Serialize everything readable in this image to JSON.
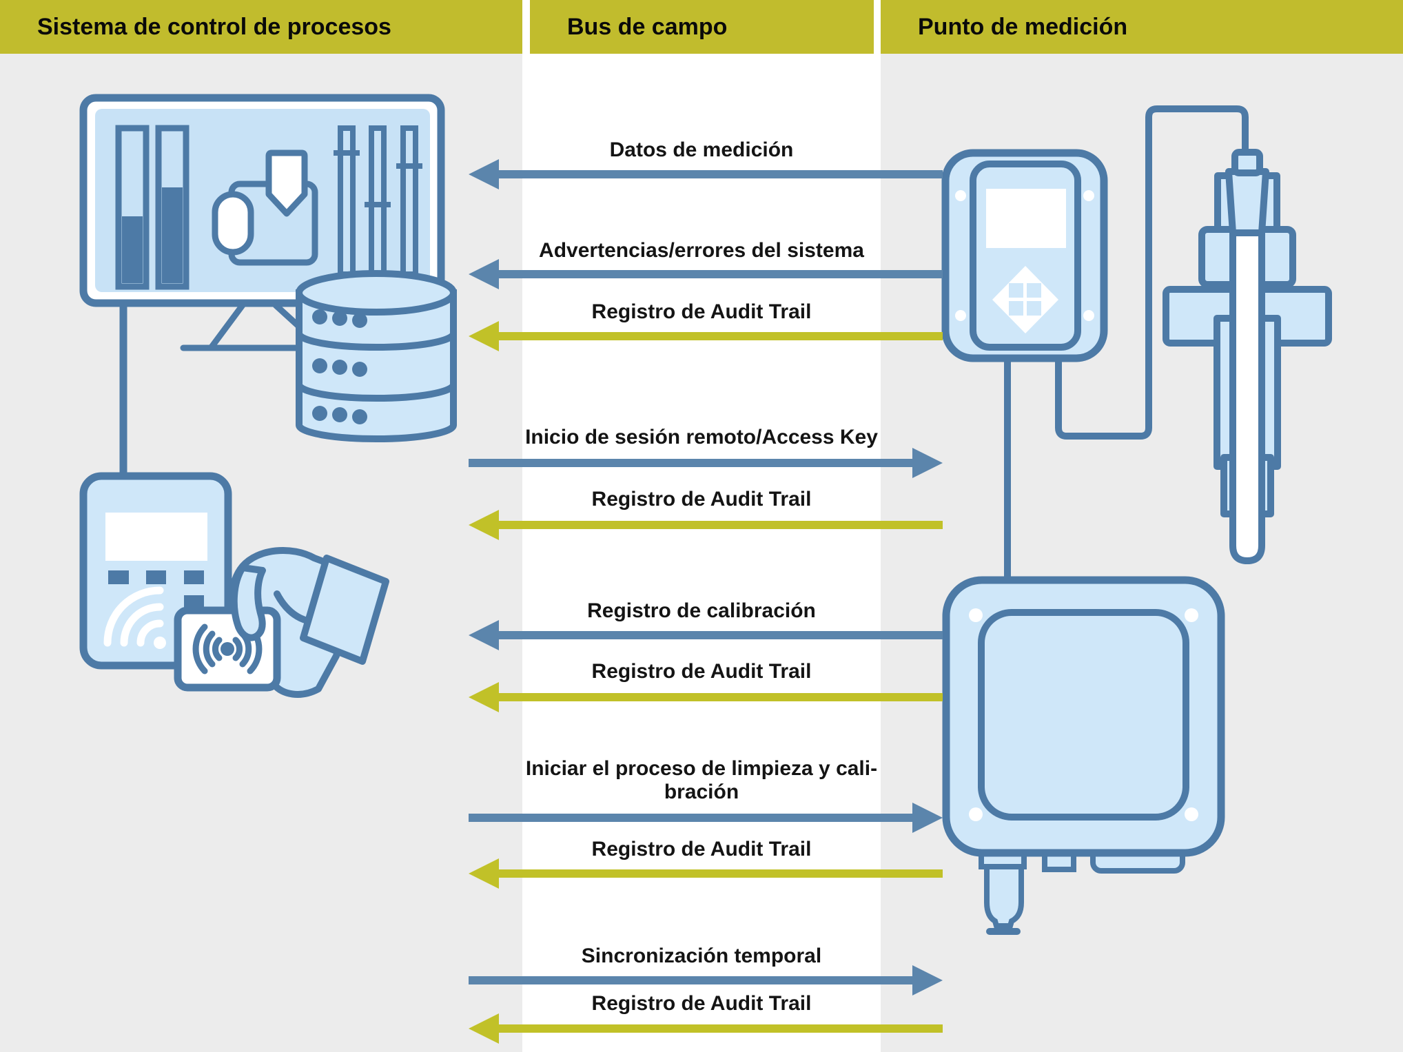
{
  "header": {
    "columns": [
      "Sistema de control de procesos",
      "Bus de campo",
      "Punto de medición"
    ]
  },
  "messages": [
    {
      "label": "Datos de medición",
      "direction": "left",
      "arrow_color": "blue"
    },
    {
      "label": "Advertencias/errores del sistema",
      "direction": "left",
      "arrow_color": "blue"
    },
    {
      "label": "Registro de Audit Trail",
      "direction": "left",
      "arrow_color": "yellow"
    },
    {
      "label": "Inicio de sesión remoto/Access Key",
      "direction": "right",
      "arrow_color": "blue"
    },
    {
      "label": "Registro de Audit Trail",
      "direction": "left",
      "arrow_color": "yellow"
    },
    {
      "label": "Registro de calibración",
      "direction": "left",
      "arrow_color": "blue"
    },
    {
      "label": "Registro de Audit Trail",
      "direction": "left",
      "arrow_color": "yellow"
    },
    {
      "label_line1": "Iniciar el proceso de limpieza y cali-",
      "label_line2": "bración",
      "direction": "right",
      "arrow_color": "blue"
    },
    {
      "label": "Registro de Audit Trail",
      "direction": "left",
      "arrow_color": "yellow"
    },
    {
      "label": "Sincronización temporal",
      "direction": "right",
      "arrow_color": "blue"
    },
    {
      "label": "Registro de Audit Trail",
      "direction": "left",
      "arrow_color": "yellow"
    }
  ],
  "colors": {
    "header_bg": "#c1bc2d",
    "arrow_blue": "#5b85ac",
    "arrow_yellow": "#c1c128",
    "icon_outline": "#4d7aa6",
    "icon_fill": "#cfe7f9",
    "bus_column_bg": "#ffffff",
    "side_bg": "#ececec"
  }
}
